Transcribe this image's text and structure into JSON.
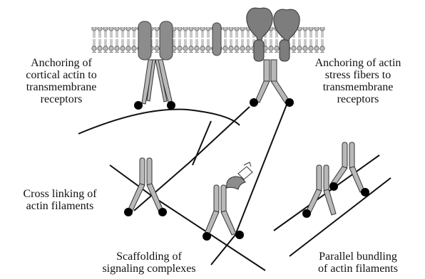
{
  "labels": {
    "cortical_anchoring": [
      "Anchoring of",
      "cortical actin to",
      "transmembrane",
      "receptors"
    ],
    "stress_fiber_anchoring": [
      "Anchoring of actin",
      "stress fibers to",
      "transmembrane",
      "receptors"
    ],
    "cross_linking": [
      "Cross linking of",
      "actin filaments"
    ],
    "scaffolding": [
      "Scaffolding of",
      "signaling complexes"
    ],
    "parallel_bundling": [
      "Parallel bundling",
      "of actin filaments"
    ]
  },
  "colors": {
    "membrane_head": "#bdbdbd",
    "membrane_outline": "#555555",
    "receptor_protein": "#8c8c8c",
    "linker_arm": "#b9b9b9",
    "actin_filament": "#111111",
    "binding_dot": "#000000",
    "background": "#ffffff"
  }
}
